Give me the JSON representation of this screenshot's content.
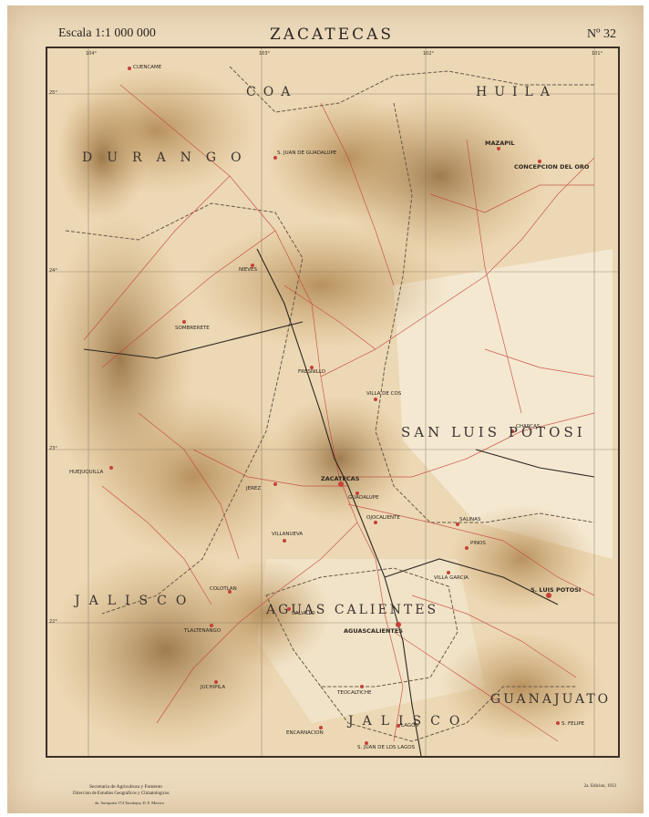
{
  "header": {
    "scale": "Escala 1:1 000 000",
    "title": "ZACATECAS",
    "sheet_number": "Nº 32"
  },
  "regions": [
    {
      "id": "coahuila-left",
      "label": "COA"
    },
    {
      "id": "coahuila-right",
      "label": "HUILA"
    },
    {
      "id": "durango",
      "label": "DURANGO"
    },
    {
      "id": "san-luis-potosi",
      "label": "SAN LUIS POTOSI"
    },
    {
      "id": "jalisco-west",
      "label": "JALISCO"
    },
    {
      "id": "aguascalientes",
      "label": "AGUAS CALIENTES"
    },
    {
      "id": "jalisco-south",
      "label": "JALISCO"
    },
    {
      "id": "guanajuato",
      "label": "GUANAJUATO"
    }
  ],
  "towns": [
    {
      "id": "mazapil",
      "label": "MAZAPIL",
      "major": true
    },
    {
      "id": "concepcion",
      "label": "CONCEPCION DEL ORO",
      "major": true
    },
    {
      "id": "cuencame",
      "label": "CUENCAME",
      "major": false
    },
    {
      "id": "juan-guadalupe",
      "label": "S. JUAN DE GUADALUPE",
      "major": false
    },
    {
      "id": "nieves",
      "label": "NIEVES",
      "major": false
    },
    {
      "id": "sombrerete",
      "label": "SOMBRERETE",
      "major": false
    },
    {
      "id": "fresnillo",
      "label": "FRESNILLO",
      "major": false
    },
    {
      "id": "villa-de-cos",
      "label": "VILLA DE COS",
      "major": false
    },
    {
      "id": "zacatecas",
      "label": "ZACATECAS",
      "major": true
    },
    {
      "id": "guadalupe",
      "label": "GUADALUPE",
      "major": false
    },
    {
      "id": "ojo-caliente",
      "label": "OJOCALIENTE",
      "major": false
    },
    {
      "id": "pinos",
      "label": "PINOS",
      "major": false
    },
    {
      "id": "villa-garcia",
      "label": "VILLA GARCIA",
      "major": false
    },
    {
      "id": "slp-city",
      "label": "S. LUIS POTOSI",
      "major": true
    },
    {
      "id": "aguascalientes-city",
      "label": "AGUASCALIENTES",
      "major": true
    },
    {
      "id": "colotlan",
      "label": "COLOTLAN",
      "major": false
    },
    {
      "id": "tlaltenango",
      "label": "TLALTENANGO",
      "major": false
    },
    {
      "id": "juchipila",
      "label": "JUCHIPILA",
      "major": false
    },
    {
      "id": "teocaltiche",
      "label": "TEOCALTICHE",
      "major": false
    },
    {
      "id": "lagos",
      "label": "LAGOS",
      "major": false
    },
    {
      "id": "juan-lagos",
      "label": "S. JUAN DE LOS LAGOS",
      "major": false
    },
    {
      "id": "felipe",
      "label": "S. FELIPE",
      "major": false
    },
    {
      "id": "salinas",
      "label": "SALINAS",
      "major": false
    },
    {
      "id": "huejuquilla",
      "label": "HUEJUQUILLA",
      "major": false
    },
    {
      "id": "villanueva",
      "label": "VILLANUEVA",
      "major": false
    },
    {
      "id": "jerez",
      "label": "JEREZ",
      "major": false
    },
    {
      "id": "calvillo",
      "label": "CALVILLO",
      "major": false
    },
    {
      "id": "encarnacion",
      "label": "ENCARNACION",
      "major": false
    },
    {
      "id": "charcas",
      "label": "CHARCAS",
      "major": false
    }
  ],
  "graticule": {
    "longitudes": [
      "104°",
      "103°",
      "102°",
      "101°"
    ],
    "latitudes": [
      "25°",
      "24°",
      "23°",
      "22°"
    ]
  },
  "footer": {
    "line1": "Secretaria de Agricultura y Fomento",
    "line2": "Direccion de Estudios Geograficos y Climatologicos",
    "line3": "4a. Soriquien 174 Tacubaya, D. F. Mexico",
    "edition": "2a. Edicion, 1933"
  },
  "colors": {
    "paper": "#eddbbd",
    "terrain": "#c9a066",
    "roads": "#c4423a",
    "border": "#3a3028"
  }
}
